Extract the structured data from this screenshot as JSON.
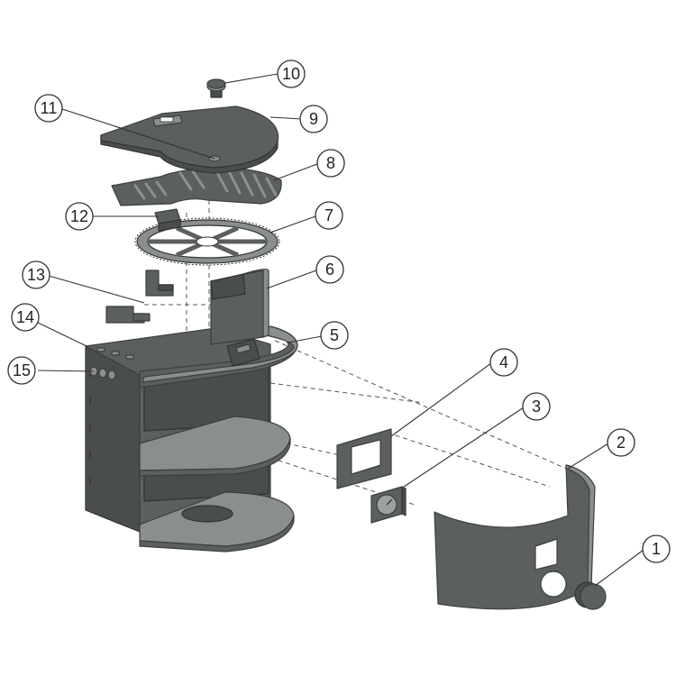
{
  "callouts": [
    {
      "id": "1",
      "label": "1"
    },
    {
      "id": "2",
      "label": "2"
    },
    {
      "id": "3",
      "label": "3"
    },
    {
      "id": "4",
      "label": "4"
    },
    {
      "id": "5",
      "label": "5"
    },
    {
      "id": "6",
      "label": "6"
    },
    {
      "id": "7",
      "label": "7"
    },
    {
      "id": "8",
      "label": "8"
    },
    {
      "id": "9",
      "label": "9"
    },
    {
      "id": "10",
      "label": "10"
    },
    {
      "id": "11",
      "label": "11"
    },
    {
      "id": "12",
      "label": "12"
    },
    {
      "id": "13",
      "label": "13"
    },
    {
      "id": "14",
      "label": "14"
    },
    {
      "id": "15",
      "label": "15"
    }
  ],
  "colors": {
    "part": "#5b5f60",
    "outline": "#3c3f40",
    "background": "#ffffff"
  }
}
